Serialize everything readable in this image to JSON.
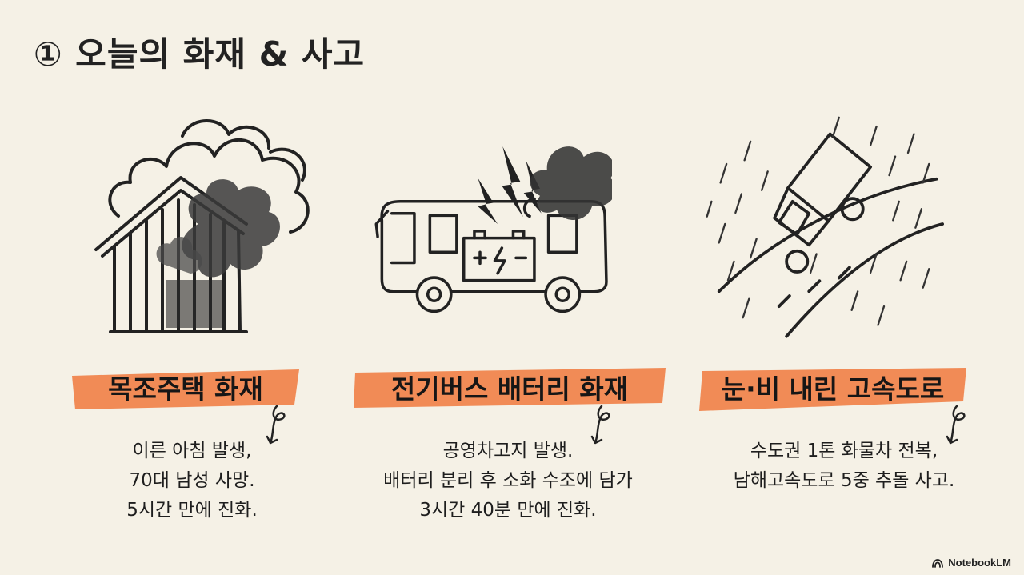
{
  "title": "① 오늘의 화재 & 사고",
  "cards": [
    {
      "title": "목조주택 화재",
      "illustration_icon": "burning-house-icon",
      "lines": [
        "이른 아침 발생,",
        "70대 남성 사망.",
        "5시간 만에 진화."
      ]
    },
    {
      "title": "전기버스 배터리 화재",
      "illustration_icon": "electric-bus-battery-fire-icon",
      "lines": [
        "공영차고지 발생.",
        "배터리 분리 후 소화 수조에 담가",
        "3시간 40분 만에 진화."
      ]
    },
    {
      "title": "눈·비 내린 고속도로",
      "illustration_icon": "overturned-truck-icon",
      "lines": [
        "수도권 1톤 화물차 전복,",
        "남해고속도로 5중 추돌 사고."
      ]
    }
  ],
  "highlight_color": "#f0824a",
  "watermark": {
    "label": "NotebookLM",
    "icon": "notebooklm-logo-icon"
  }
}
